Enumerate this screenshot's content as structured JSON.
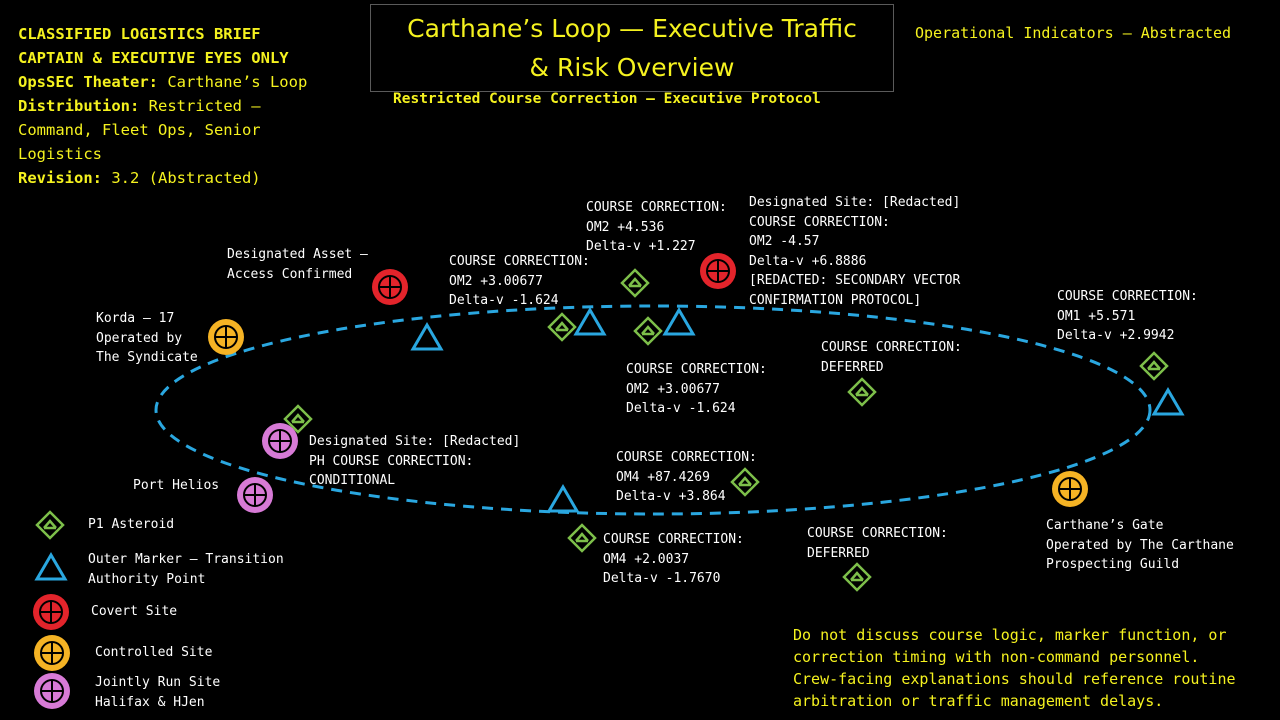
{
  "header": {
    "lines": [
      {
        "bold": "CLASSIFIED LOGISTICS BRIEF",
        "text": ""
      },
      {
        "bold": "CAPTAIN & EXECUTIVE EYES ONLY",
        "text": ""
      },
      {
        "bold": "OpsSEC Theater:",
        "text": " Carthane’s Loop"
      },
      {
        "bold": "Distribution:",
        "text": " Restricted –"
      },
      {
        "bold": "",
        "text": "Command, Fleet Ops, Senior"
      },
      {
        "bold": "",
        "text": "Logistics"
      },
      {
        "bold": "Revision:",
        "text": " 3.2 (Abstracted)"
      }
    ]
  },
  "title": {
    "line1": "Carthane’s Loop — Executive Traffic",
    "line2": "& Risk Overview"
  },
  "subtitle": "Restricted Course Correction – Executive Protocol",
  "indicators": "Operational Indicators – Abstracted",
  "colors": {
    "p1": "#7dbf4a",
    "marker": "#2aa7e0",
    "covert": "#e3242b",
    "controlled": "#f5b324",
    "joint": "#d77ad6",
    "orbit": "#2aa7e0"
  },
  "annotations": {
    "asset": {
      "l1": "Designated Asset –",
      "l2": "Access Confirmed"
    },
    "cc_a": {
      "l1": "COURSE CORRECTION:",
      "l2": "OM2 +3.00677",
      "l3": "Delta-v -1.624"
    },
    "cc_b": {
      "l1": "COURSE CORRECTION:",
      "l2": "OM2 +4.536",
      "l3": "Delta-v +1.227"
    },
    "site_top": {
      "l1": "Designated Site: [Redacted]",
      "l2": "COURSE CORRECTION:",
      "l3": "OM2 -4.57",
      "l4": "Delta-v +6.8886",
      "l5": "[REDACTED: SECONDARY VECTOR",
      "l6": "CONFIRMATION PROTOCOL]"
    },
    "korda": {
      "l1": "Korda – 17",
      "l2": "Operated by",
      "l3": "The Syndicate"
    },
    "cc_c": {
      "l1": "COURSE CORRECTION:",
      "l2": "OM2 +3.00677",
      "l3": "Delta-v -1.624"
    },
    "cc_deferred1": {
      "l1": "COURSE CORRECTION:",
      "l2": "DEFERRED"
    },
    "cc_om1": {
      "l1": "COURSE CORRECTION:",
      "l2": "OM1 +5.571",
      "l3": "Delta-v +2.9942"
    },
    "site_left": {
      "l1": "Designated Site: [Redacted]",
      "l2": "PH COURSE CORRECTION:",
      "l3": "CONDITIONAL"
    },
    "port_helios": "Port Helios",
    "cc_om4a": {
      "l1": "COURSE CORRECTION:",
      "l2": "OM4 +87.4269",
      "l3": "Delta-v +3.864"
    },
    "cc_om4b": {
      "l1": "COURSE CORRECTION:",
      "l2": "OM4 +2.0037",
      "l3": "Delta-v -1.7670"
    },
    "cc_deferred2": {
      "l1": "COURSE CORRECTION:",
      "l2": "DEFERRED"
    },
    "gate": {
      "l1": "Carthane’s Gate",
      "l2": "Operated by The Carthane",
      "l3": "Prospecting Guild"
    }
  },
  "legend": {
    "p1": "P1 Asteroid",
    "marker_l1": "Outer Marker – Transition",
    "marker_l2": "Authority Point",
    "covert": "Covert Site",
    "controlled": "Controlled Site",
    "joint_l1": "Jointly Run Site",
    "joint_l2": "Halifax & HJen"
  },
  "footer": {
    "l1": "Do not discuss course logic, marker function, or",
    "l2": "correction timing with non-command personnel.",
    "l3": "Crew-facing explanations should reference routine",
    "l4": "arbitration or traffic management delays."
  }
}
